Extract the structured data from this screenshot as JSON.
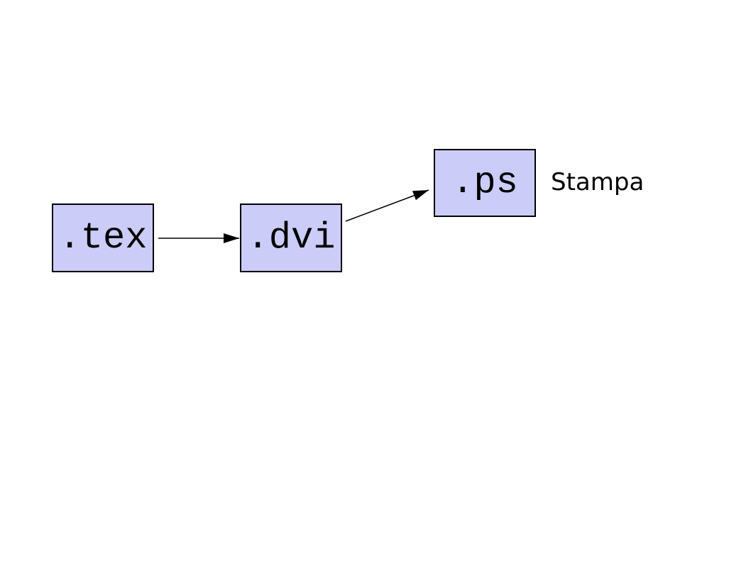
{
  "diagram": {
    "nodes": [
      {
        "id": "tex",
        "label": ".tex"
      },
      {
        "id": "dvi",
        "label": ".dvi"
      },
      {
        "id": "ps",
        "label": ".ps"
      }
    ],
    "edges": [
      {
        "from": "tex",
        "to": "dvi"
      },
      {
        "from": "dvi",
        "to": "ps"
      }
    ],
    "annotation": "Stampa",
    "colors": {
      "background": "#ffffff",
      "node_fill": "#ccccf8",
      "node_border": "#000000",
      "arrow": "#000000",
      "text": "#000000"
    }
  }
}
